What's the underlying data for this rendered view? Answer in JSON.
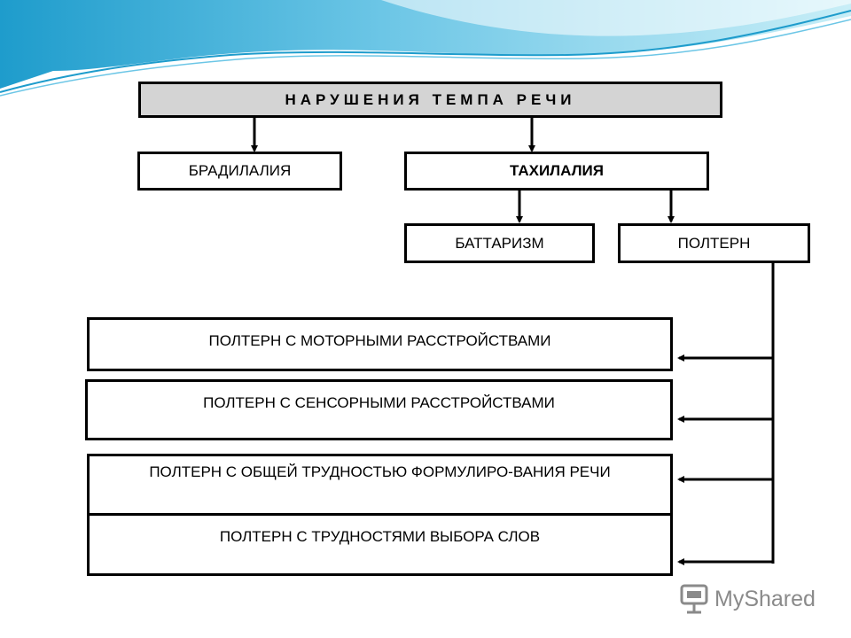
{
  "diagram": {
    "title": "НАРУШЕНИЯ ТЕМПА РЕЧИ",
    "level1": {
      "left": "БРАДИЛАЛИЯ",
      "right": "ТАХИЛАЛИЯ"
    },
    "level2": {
      "left": "БАТТАРИЗМ",
      "right": "ПОЛТЕРН"
    },
    "polтern_types": [
      "ПОЛТЕРН С МОТОРНЫМИ РАССТРОЙСТВАМИ",
      "ПОЛТЕРН С СЕНСОРНЫМИ РАССТРОЙСТВАМИ",
      "ПОЛТЕРН С ОБЩЕЙ ТРУДНОСТЬЮ ФОРМУЛИРО-ВАНИЯ РЕЧИ",
      "ПОЛТЕРН С ТРУДНОСТЯМИ ВЫБОРА СЛОВ"
    ]
  },
  "watermark": {
    "text": "MyShared"
  },
  "colors": {
    "title_fill": "#d4d4d4",
    "line": "#000000",
    "wave_light": "#c8eef7",
    "wave_mid": "#6cc6e6",
    "wave_dark": "#1e9ccc",
    "logo_gray": "#8a8a8a"
  }
}
